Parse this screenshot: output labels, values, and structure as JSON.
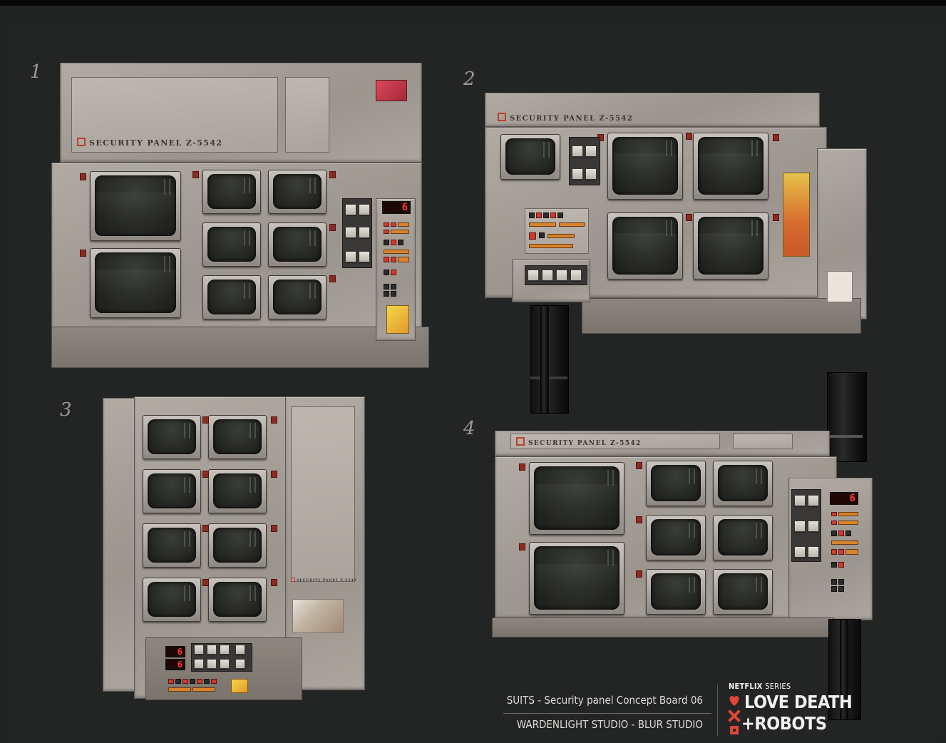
{
  "board": {
    "panel_numbers": [
      "1",
      "2",
      "3",
      "4"
    ],
    "panel_label": "SECURITY PANEL Z-5542",
    "digit_readout": "6",
    "credits": {
      "line1": "SUITS -  Security panel Concept Board 06",
      "line2": "WARDENLIGHT STUDIO - BLUR STUDIO"
    },
    "logo": {
      "netflix": "NETFLIX",
      "series": "SERIES",
      "title_line1": "LOVE DEATH",
      "title_line2": "+ROBOTS"
    }
  },
  "colors": {
    "background": "#232524",
    "metal": "#a39d96",
    "screen_glass": "#262824",
    "accent_red": "#cf3a2c",
    "accent_orange": "#d8832c",
    "logo_red": "#e0453a"
  }
}
